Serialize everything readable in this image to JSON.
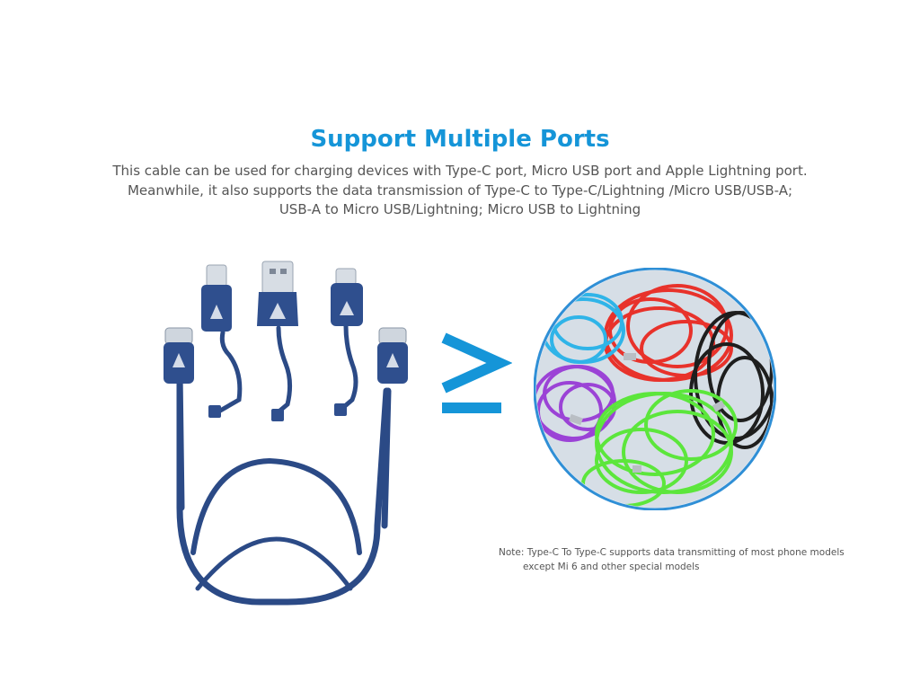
{
  "header": {
    "title": "Support Multiple Ports",
    "description": [
      "This cable can be used for charging devices with Type-C port, Micro USB port and Apple Lightning port.",
      "Meanwhile, it also supports the data transmission of Type-C to Type-C/Lightning /Micro USB/USB-A;",
      "USB-A to Micro USB/Lightning; Micro USB to Lightning"
    ]
  },
  "comparison_symbol": "≥",
  "note": {
    "line1": "Note: Type-C To Type-C supports data transmitting of most phone models",
    "line2": "except Mi 6 and other special models"
  },
  "colors": {
    "accent": "#1595d8",
    "cable": "#2b4a86",
    "text": "#555555"
  },
  "icons": [
    "multi-port-cable-illustration",
    "greater-than-or-equal-icon",
    "tangled-cables-photo"
  ]
}
